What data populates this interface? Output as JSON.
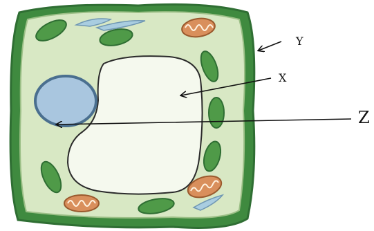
{
  "diagram": {
    "labels": {
      "y": "Y",
      "x": "X",
      "z": "Z"
    },
    "colors": {
      "cell_wall": "#3f8a3f",
      "cell_wall_dark": "#2f6e33",
      "cytoplasm": "#d8e8c4",
      "vacuole": "#f5f9ee",
      "nucleus": "#a9c6df",
      "chloroplast": "#4f9a48",
      "mitochondrion": "#d98f5c",
      "er": "#a9cde0"
    }
  }
}
